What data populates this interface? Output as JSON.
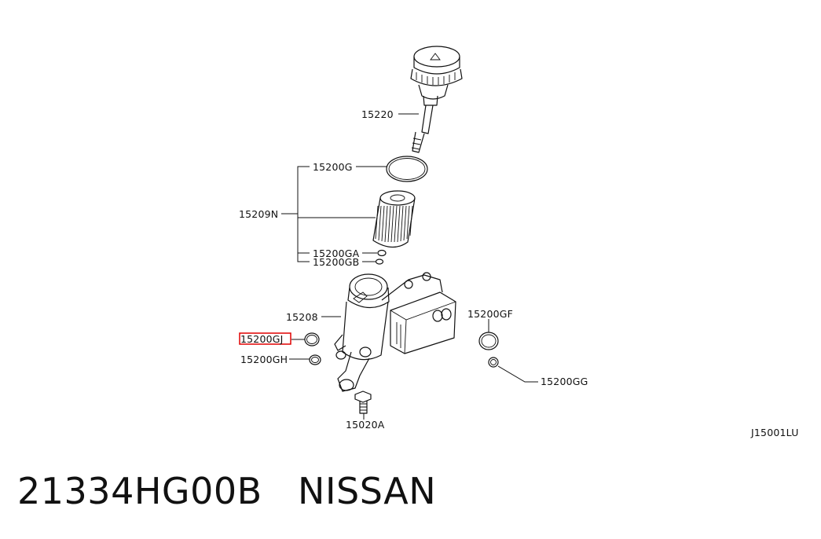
{
  "labels": {
    "p15220": "15220",
    "p15200G": "15200G",
    "p15209N": "15209N",
    "p15200GA": "15200GA",
    "p15200GB": "15200GB",
    "p15208": "15208",
    "p15200GJ": "15200GJ",
    "p15200GH": "15200GH",
    "p15200GF": "15200GF",
    "p15200GG": "15200GG",
    "p15020A": "15020A",
    "code": "J15001LU"
  },
  "caption": {
    "part_number": "21334HG00B",
    "brand": "NISSAN"
  },
  "colors": {
    "highlight": "#e00000",
    "ink": "#111111"
  }
}
